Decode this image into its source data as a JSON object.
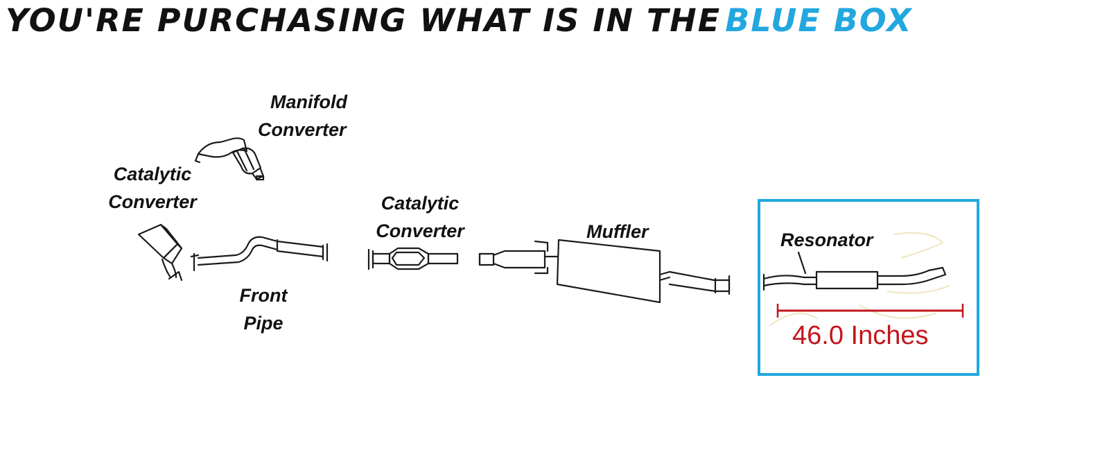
{
  "banner": {
    "headline": "YOU'RE PURCHASING WHAT IS IN THE",
    "highlight": "BLUE BOX",
    "text_color": "#111111",
    "highlight_color": "#22a7df"
  },
  "components": {
    "manifold_converter": {
      "line1": "Manifold",
      "line2": "Converter"
    },
    "catalytic_converter_1": {
      "line1": "Catalytic",
      "line2": "Converter"
    },
    "front_pipe": {
      "line1": "Front",
      "line2": "Pipe"
    },
    "catalytic_converter_2": {
      "line1": "Catalytic",
      "line2": "Converter"
    },
    "muffler": {
      "label": "Muffler"
    },
    "resonator": {
      "label": "Resonator"
    }
  },
  "dimension": {
    "text": "46.0 Inches",
    "color": "#c4151b"
  },
  "highlight_box_color": "#22a7df"
}
